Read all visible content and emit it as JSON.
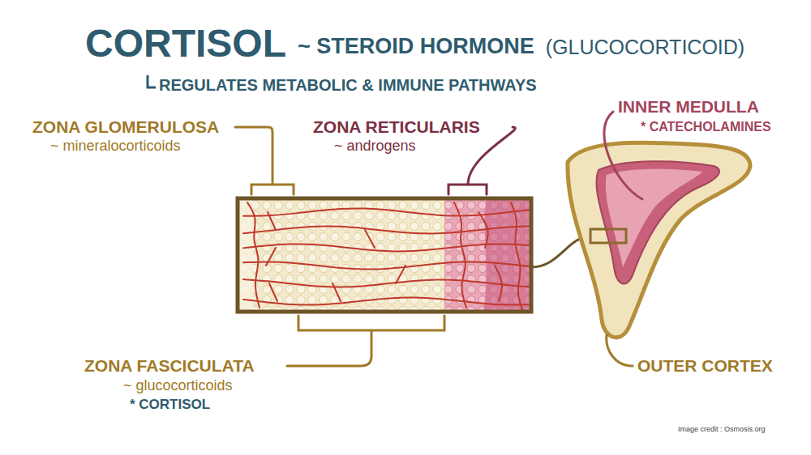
{
  "diagram": {
    "title": "CORTISOL",
    "labels": [
      "~ STEROID HORMONE",
      "(GLUCOCORTICOID)",
      "REGULATES METABOLIC & IMMUNE PATHWAYS",
      "ZONA GLOMERULOSA",
      "~ mineralocorticoids",
      "ZONA RETICULARIS",
      "~ androgens",
      "INNER MEDULLA",
      "* CATECHOLAMINES",
      "ZONA FASCICULATA",
      "~ glucocorticoids",
      "* CORTISOL",
      "OUTER CORTEX",
      "Image credit : Osmosis.org"
    ]
  }
}
